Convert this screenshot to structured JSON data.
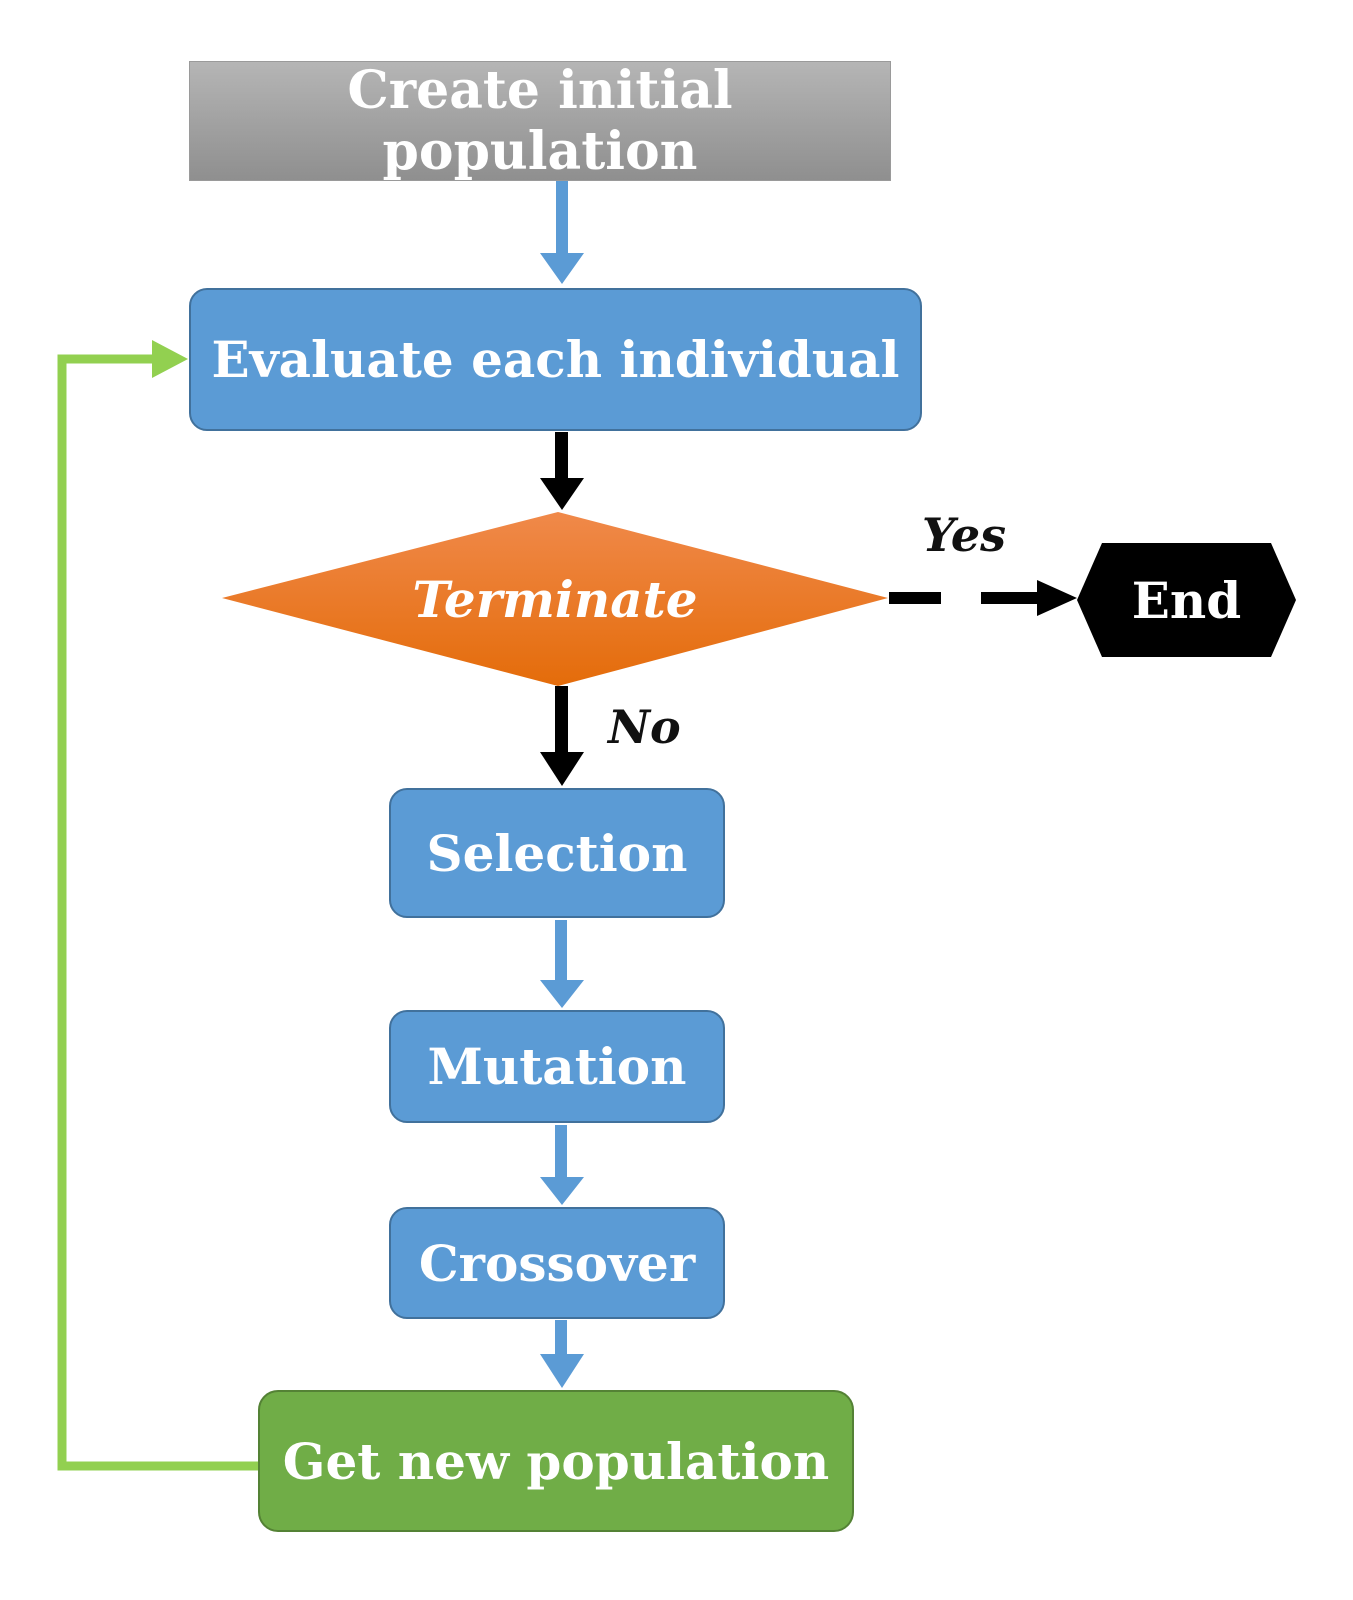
{
  "diagram": {
    "nodes": {
      "create_initial_population": "Create initial population",
      "evaluate_each_individual": "Evaluate each individual",
      "terminate": "Terminate",
      "end": "End",
      "selection": "Selection",
      "mutation": "Mutation",
      "crossover": "Crossover",
      "get_new_population": "Get new population"
    },
    "edge_labels": {
      "yes": "Yes",
      "no": "No"
    },
    "colors": {
      "start_box": "#a6a6a6",
      "process_box": "#5b9bd5",
      "decision": "#ed7d31",
      "end_shape": "#000000",
      "new_population_box": "#70ad47",
      "flow_arrow": "#5b9bd5",
      "decision_arrow": "#000000",
      "loop_arrow": "#92d050"
    },
    "edges": [
      {
        "from": "create_initial_population",
        "to": "evaluate_each_individual"
      },
      {
        "from": "evaluate_each_individual",
        "to": "terminate"
      },
      {
        "from": "terminate",
        "to": "end",
        "label": "yes",
        "style": "dashed"
      },
      {
        "from": "terminate",
        "to": "selection",
        "label": "no"
      },
      {
        "from": "selection",
        "to": "mutation"
      },
      {
        "from": "mutation",
        "to": "crossover"
      },
      {
        "from": "crossover",
        "to": "get_new_population"
      },
      {
        "from": "get_new_population",
        "to": "evaluate_each_individual",
        "style": "loop"
      }
    ]
  }
}
